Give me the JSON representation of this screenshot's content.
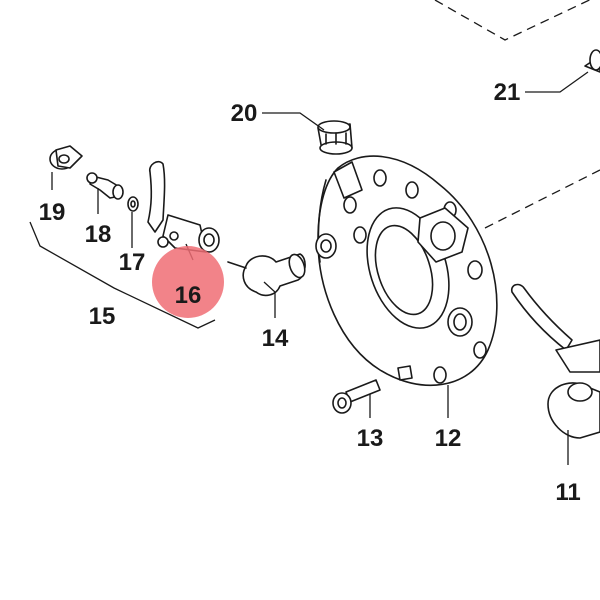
{
  "diagram": {
    "highlight_color": "#f06d74",
    "line_color": "#1a1a1a",
    "highlighted_callout": "16",
    "callouts": {
      "c11": "11",
      "c12": "12",
      "c13": "13",
      "c14": "14",
      "c15": "15",
      "c16": "16",
      "c17": "17",
      "c18": "18",
      "c19": "19",
      "c20": "20",
      "c21": "21"
    }
  }
}
